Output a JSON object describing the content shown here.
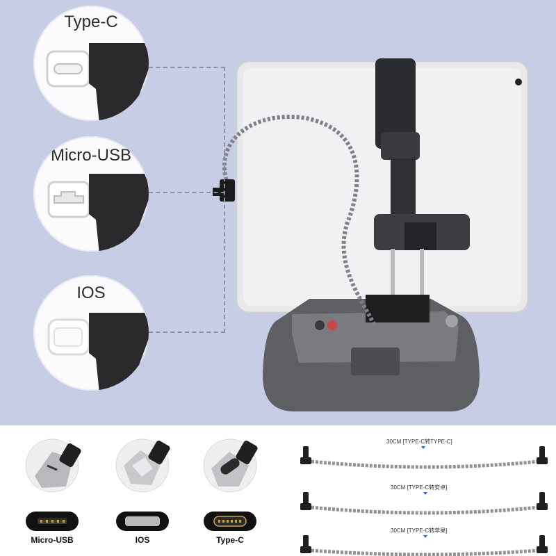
{
  "connectors": {
    "type_c_label": "Type-C",
    "micro_usb_label": "Micro-USB",
    "ios_label": "IOS"
  },
  "ports": {
    "micro_usb_label": "Micro-USB",
    "ios_label": "IOS",
    "type_c_label": "Type-C"
  },
  "cables": [
    {
      "label": "30CM [TYPE-C转TYPE-C]"
    },
    {
      "label": "30CM [TYPE-C转安卓]"
    },
    {
      "label": "30CM [TYPE-C转苹果]"
    }
  ],
  "colors": {
    "background": "#c8cde6",
    "accent": "#2e63c9"
  }
}
